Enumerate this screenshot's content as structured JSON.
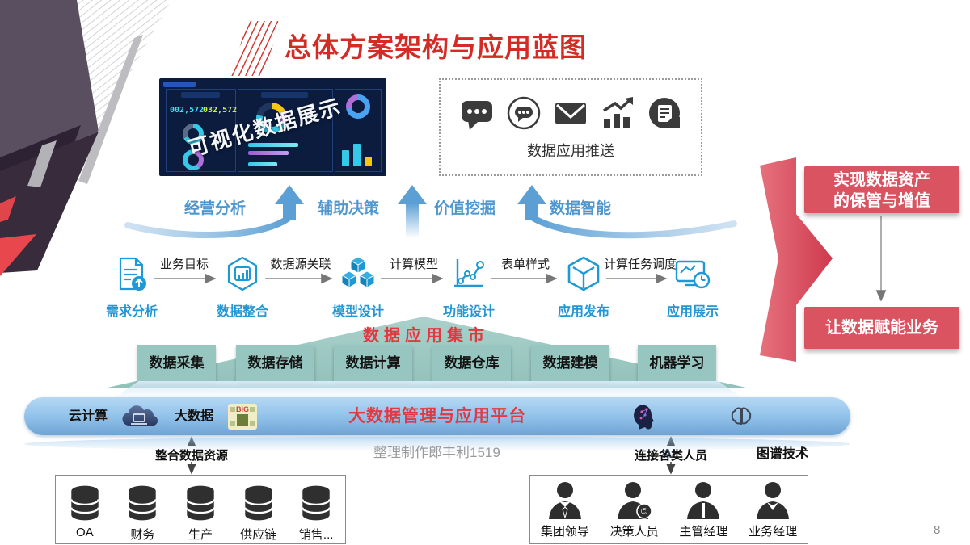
{
  "title": "总体方案架构与应用蓝图",
  "page_number": "8",
  "watermark": "整理制作郎丰利1519",
  "dashboard": {
    "overlay_label": "可视化数据展示",
    "metric_left": "002,572",
    "metric_right": "032,572"
  },
  "push_panel": {
    "label": "数据应用推送",
    "icons": [
      "sms-icon",
      "chat-bubble-icon",
      "mail-icon",
      "trend-chart-icon",
      "news-doc-icon"
    ]
  },
  "outcomes": [
    {
      "label": "经营分析"
    },
    {
      "label": "辅助决策"
    },
    {
      "label": "价值挖掘"
    },
    {
      "label": "数据智能"
    }
  ],
  "flow": {
    "steps": [
      {
        "label": "需求分析",
        "icon": "requirement-doc-icon"
      },
      {
        "label": "数据整合",
        "icon": "data-integration-icon"
      },
      {
        "label": "模型设计",
        "icon": "model-cubes-icon"
      },
      {
        "label": "功能设计",
        "icon": "function-chart-icon"
      },
      {
        "label": "应用发布",
        "icon": "app-publish-icon"
      },
      {
        "label": "应用展示",
        "icon": "app-display-icon"
      }
    ],
    "transitions": [
      {
        "label": "业务目标"
      },
      {
        "label": "数据源关联"
      },
      {
        "label": "计算模型"
      },
      {
        "label": "表单样式"
      },
      {
        "label": "计算任务调度"
      }
    ]
  },
  "market": {
    "title": "数据应用集市",
    "modules": [
      {
        "label": "数据采集"
      },
      {
        "label": "数据存储"
      },
      {
        "label": "数据计算"
      },
      {
        "label": "数据仓库"
      },
      {
        "label": "数据建模"
      },
      {
        "label": "机器学习"
      }
    ]
  },
  "platform": {
    "title": "大数据管理与应用平台",
    "cloud_label": "云计算",
    "bigdata_label": "大数据",
    "ai_label": "AI",
    "graph_label": "图谱技术"
  },
  "sources_panel": {
    "connector_label": "整合数据资源",
    "items": [
      {
        "label": "OA"
      },
      {
        "label": "财务"
      },
      {
        "label": "生产"
      },
      {
        "label": "供应链"
      },
      {
        "label": "销售..."
      }
    ]
  },
  "people_panel": {
    "connector_label": "连接各类人员",
    "items": [
      {
        "label": "集团领导"
      },
      {
        "label": "决策人员"
      },
      {
        "label": "主管经理"
      },
      {
        "label": "业务经理"
      }
    ]
  },
  "goals": {
    "box1_line1": "实现数据资产",
    "box1_line2": "的保管与增值",
    "box2": "让数据赋能业务"
  },
  "colors": {
    "title_red": "#D42B25",
    "goal_red": "#D95360",
    "flow_blue": "#2596D2",
    "outcome_blue": "#4F97CE",
    "market_teal": "#97C6C0",
    "platform_blue": "#8FC0E9",
    "platform_title_red": "#E03A44"
  }
}
